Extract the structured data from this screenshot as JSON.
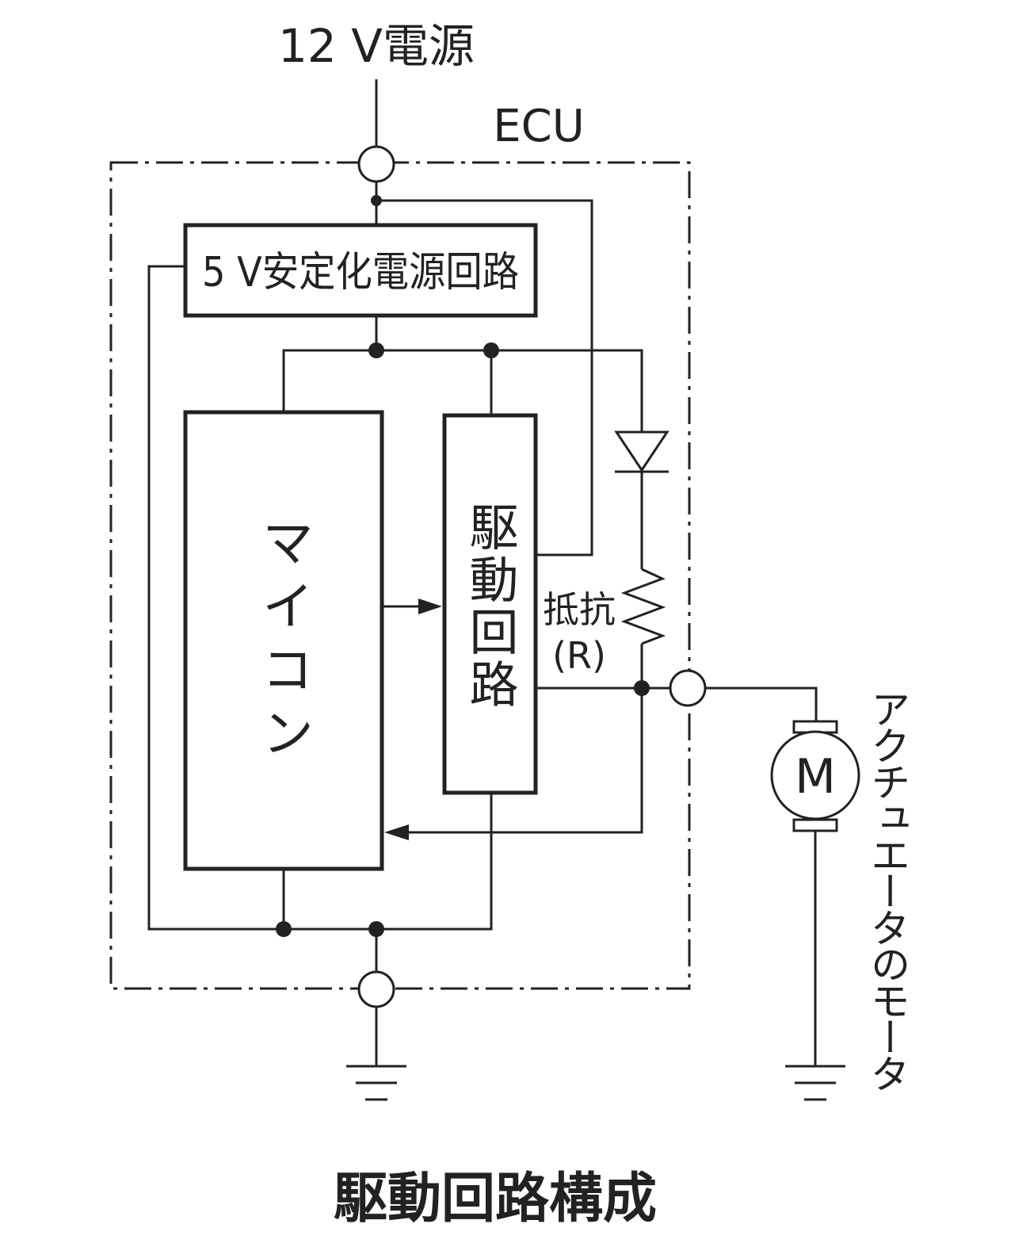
{
  "labels": {
    "power_supply": "12 V電源",
    "ecu": "ECU",
    "regulator": "5 V安定化電源回路",
    "microcontroller": "マイコン",
    "driver": "駆動回路",
    "resistor_name": "抵抗",
    "resistor_symbol": "(R)",
    "motor_symbol": "M",
    "motor_caption": "アクチュエータのモータ",
    "figure_title": "駆動回路構成"
  },
  "colors": {
    "line": "#222222",
    "background": "#ffffff"
  }
}
